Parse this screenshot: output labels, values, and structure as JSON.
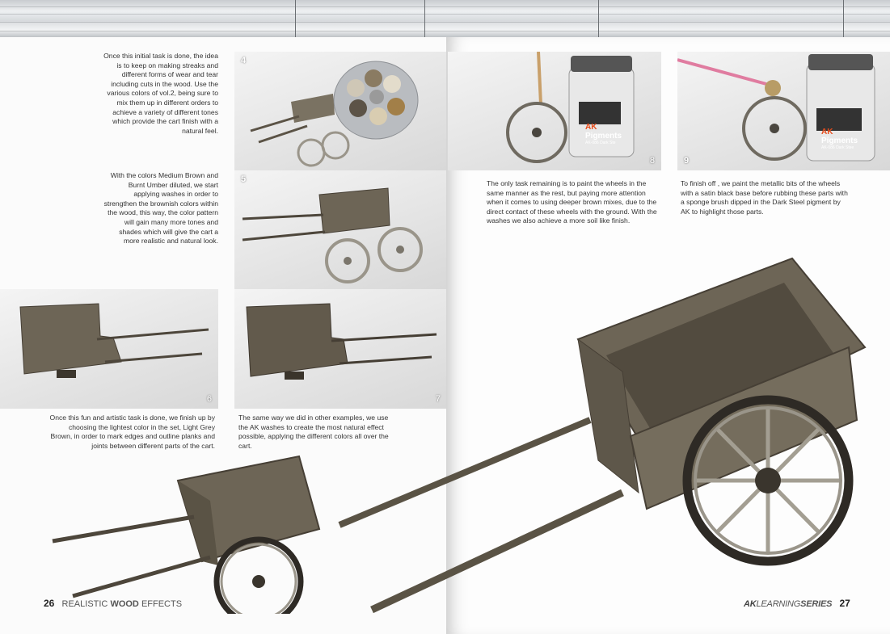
{
  "left_page": {
    "text_1": "Once this initial task is done, the idea is to keep on making streaks and different forms of wear and tear including cuts in the wood. Use the various colors of vol.2, being sure to mix them up in different orders to achieve a variety of different tones which provide the cart finish with a natural feel.",
    "text_2": "With the colors Medium Brown and Burnt Umber diluted, we start applying washes in order to strengthen the brownish colors within the wood, this way, the color pattern will gain many more tones and shades which will give the cart a more realistic and natural look.",
    "text_3": "Once this fun and artistic task is done, we finish up by choosing the lightest color in the set, Light Grey Brown, in order to mark edges and outline planks and joints between different parts of the cart.",
    "text_4": "The same way we did in other examples, we use the AK washes to create the most natural effect possible, applying the different colors all over the cart.",
    "photo_4": "4",
    "photo_5": "5",
    "photo_6": "6",
    "photo_7": "7",
    "footer": {
      "page_number": "26",
      "title_prefix": "REALISTIC ",
      "title_bold": "WOOD",
      "title_suffix": " EFFECTS"
    }
  },
  "right_page": {
    "text_8": "The only task remaining is to paint the wheels in the same manner as the rest, but paying more attention when it comes to using deeper brown mixes, due to the direct contact of these wheels with the ground. With the washes we also achieve a more soil like finish.",
    "text_9": "To finish off , we paint the metallic bits of the wheels with a satin black base before rubbing these parts with a sponge brush dipped in the Dark Steel pigment by AK to highlight those parts.",
    "photo_8": "8",
    "photo_9": "9",
    "jar_brand": "AK",
    "jar_label": "Pigments",
    "jar_code_8": "AK-086 Dark Ste",
    "jar_code_9": "AK-086 Dark Stee",
    "footer": {
      "series_ak": "AK",
      "series_learning": "LEARNING",
      "series_suffix": "SERIES",
      "page_number": "27"
    }
  },
  "colors": {
    "wood": "#6d6556",
    "wood_light": "#948b79",
    "wood_dark": "#463f35",
    "wheel": "#9a958a",
    "text": "#333333"
  }
}
